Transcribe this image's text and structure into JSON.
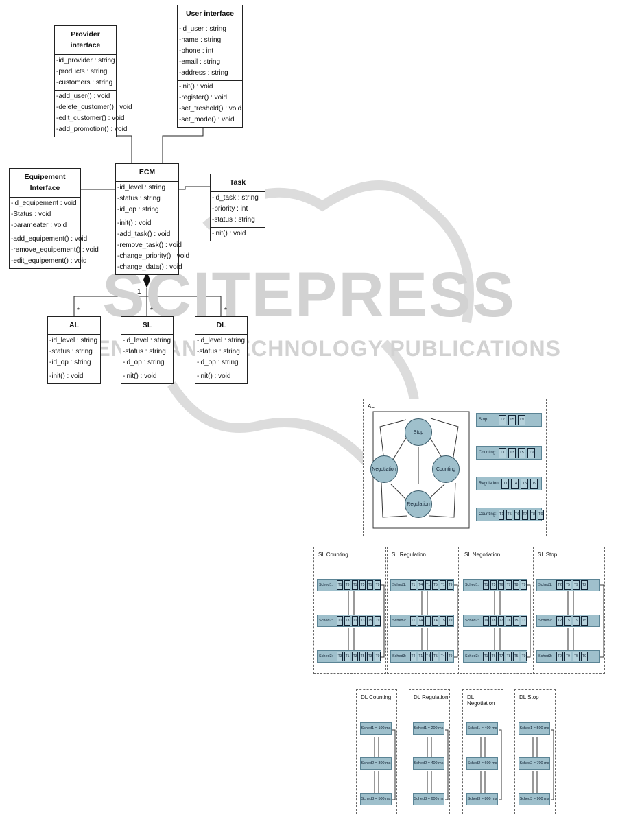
{
  "classes": {
    "provider": {
      "title": "Provider interface",
      "attributes": [
        "-id_provider : string",
        "-products : string",
        "-customers : string"
      ],
      "methods": [
        "-add_user() : void",
        "-delete_customer() : void",
        "-edit_customer() : void",
        "-add_promotion() : void"
      ]
    },
    "user": {
      "title": "User interface",
      "attributes": [
        "-id_user : string",
        "-name : string",
        "-phone : int",
        "-email : string",
        "-address : string"
      ],
      "methods": [
        "-init() : void",
        "-register() : void",
        "-set_treshold() : void",
        "-set_mode() : void"
      ]
    },
    "equipment": {
      "title": "Equipement Interface",
      "attributes": [
        "-id_equipement : void",
        "-Status : void",
        "-parameater : void"
      ],
      "methods": [
        "-add_equipement() : void",
        "-remove_equipement() : void",
        "-edit_equipement() : void"
      ]
    },
    "ecm": {
      "title": "ECM",
      "attributes": [
        "-id_level : string",
        "-status : string",
        "-id_op : string"
      ],
      "methods": [
        "-init() : void",
        "-add_task() : void",
        "-remove_task() : void",
        "-change_priority() : void",
        "-change_data() : void"
      ]
    },
    "task": {
      "title": "Task",
      "attributes": [
        "-id_task : string",
        "-priority : int",
        "-status : string"
      ],
      "methods": [
        "-init() : void"
      ]
    },
    "al": {
      "title": "AL",
      "attributes": [
        "-id_level : string",
        "-status : string",
        "-id_op : string"
      ],
      "methods": [
        "-init() : void"
      ]
    },
    "sl": {
      "title": "SL",
      "attributes": [
        "-id_level : string",
        "-status : string",
        "-id_op : string"
      ],
      "methods": [
        "-init() : void"
      ]
    },
    "dl": {
      "title": "DL",
      "attributes": [
        "-id_level : string",
        "-status : string",
        "-id_op : string"
      ],
      "methods": [
        "-init() : void"
      ]
    }
  },
  "multiplicity": {
    "one": "1",
    "many": "*"
  },
  "watermark": {
    "main": "SCITEPRESS",
    "sub": "SCIENCE AND TECHNOLOGY PUBLICATIONS"
  },
  "al_panel": {
    "title": "AL",
    "states": {
      "stop": "Stop",
      "negotiation": "Negotiation",
      "counting": "Counting",
      "regulation": "Regulation"
    },
    "bars": [
      {
        "label": "Stop:",
        "tasks": [
          "T2",
          "T5",
          "T9"
        ]
      },
      {
        "label": "Counting:",
        "tasks": [
          "T1",
          "T3",
          "T5",
          "T9"
        ]
      },
      {
        "label": "Regulation:",
        "tasks": [
          "T1",
          "T4",
          "T5",
          "T9"
        ]
      },
      {
        "label": "Counting:",
        "tasks": [
          "T1",
          "T5",
          "T6",
          "T7",
          "T8",
          "T9"
        ]
      }
    ]
  },
  "sl_panels": [
    {
      "title": "SL Counting",
      "scheds": [
        {
          "label": "Sched1:",
          "tasks": [
            "T1",
            "T3",
            "T1",
            "T5",
            "T1",
            "T9"
          ]
        },
        {
          "label": "Sched2:",
          "tasks": [
            "T1",
            "T3",
            "T1",
            "T3",
            "T5",
            "T9"
          ]
        },
        {
          "label": "Sched3:",
          "tasks": [
            "T3",
            "T1",
            "T3",
            "T5",
            "T3",
            "T9"
          ]
        }
      ]
    },
    {
      "title": "SL Regulation",
      "scheds": [
        {
          "label": "Sched1:",
          "tasks": [
            "T1",
            "T4",
            "T1",
            "T5",
            "T1",
            "T9"
          ]
        },
        {
          "label": "Sched2:",
          "tasks": [
            "T1",
            "T4",
            "T1",
            "T4",
            "T5",
            "T9"
          ]
        },
        {
          "label": "Sched3:",
          "tasks": [
            "T4",
            "T1",
            "T4",
            "T5",
            "T4",
            "T9"
          ]
        }
      ]
    },
    {
      "title": "SL Negotiation",
      "scheds": [
        {
          "label": "Sched1:",
          "tasks": [
            "T1",
            "T5",
            "T6",
            "T7",
            "T8",
            "T9"
          ]
        },
        {
          "label": "Sched2:",
          "tasks": [
            "T9",
            "T8",
            "T7",
            "T6",
            "T5",
            "T1"
          ]
        },
        {
          "label": "Sched3:",
          "tasks": [
            "T1",
            "T6",
            "T7",
            "T8",
            "T5",
            "T9"
          ]
        }
      ]
    },
    {
      "title": "SL Stop",
      "scheds": [
        {
          "label": "Sched1:",
          "tasks": [
            "T2",
            "T5",
            "T9",
            "T2"
          ]
        },
        {
          "label": "Sched2:",
          "tasks": [
            "T2",
            "T5",
            "T9",
            "T5"
          ]
        },
        {
          "label": "Sched3:",
          "tasks": [
            "T2",
            "T9",
            "T5",
            "T9"
          ]
        }
      ]
    }
  ],
  "dl_panels": [
    {
      "title": "DL Counting",
      "scheds": [
        "Sched1 = 100 ms",
        "Sched2 = 300 ms",
        "Sched3 = 500 ms"
      ]
    },
    {
      "title": "DL Regulation",
      "scheds": [
        "Sched1 = 200 ms",
        "Sched2 = 400 ms",
        "Sched3 = 600 ms"
      ]
    },
    {
      "title": "DL Negotiation",
      "scheds": [
        "Sched1 = 400 ms",
        "Sched2 = 600 ms",
        "Sched3 = 800 ms"
      ]
    },
    {
      "title": "DL Stop",
      "scheds": [
        "Sched1 = 500 ms",
        "Sched2 = 700 ms",
        "Sched3 = 900 ms"
      ]
    }
  ]
}
